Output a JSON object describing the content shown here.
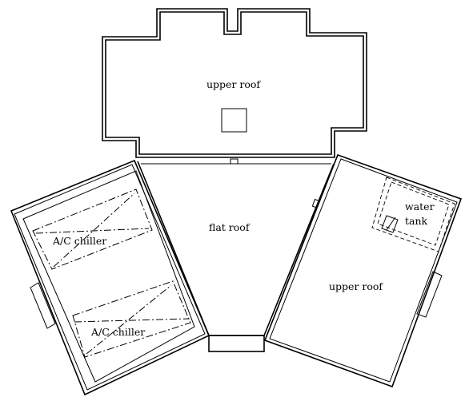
{
  "labels": {
    "upper_roof_top": "upper roof",
    "flat_roof": "flat roof",
    "upper_roof_right": "upper roof",
    "water_tank_line1": "water",
    "water_tank_line2": "tank",
    "ac_chiller_1": "A/C chiller",
    "ac_chiller_2": "A/C chiller"
  }
}
